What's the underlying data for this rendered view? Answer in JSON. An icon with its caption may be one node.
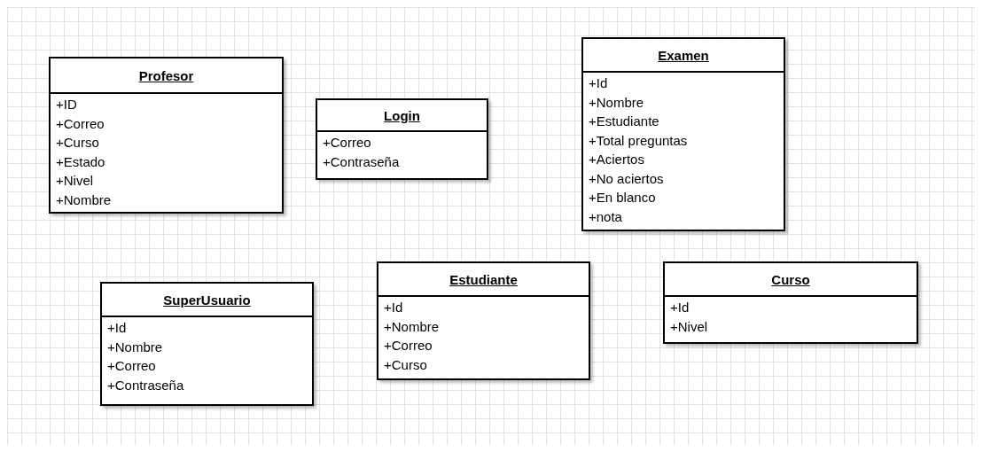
{
  "diagram": {
    "nodes": [
      {
        "text": [
          "Profesor",
          "+ID",
          "+Correo",
          "+Curso",
          "+Estado",
          "+Nivel",
          "+Nombre"
        ]
      },
      {
        "text": [
          "Login",
          "+Correo",
          "+Contraseña"
        ]
      },
      {
        "text": [
          "Examen",
          "+Id",
          "+Nombre",
          "+Estudiante",
          "+Total preguntas",
          "+Aciertos",
          "+No aciertos",
          "+En blanco",
          "+nota"
        ]
      },
      {
        "text": [
          "SuperUsuario",
          "+Id",
          "+Nombre",
          "+Correo",
          "+Contraseña"
        ]
      },
      {
        "text": [
          "Estudiante",
          "+Id",
          "+Nombre",
          "+Correo",
          "+Curso"
        ]
      },
      {
        "text": [
          "Curso",
          "+Id",
          "+Nivel"
        ]
      }
    ]
  }
}
